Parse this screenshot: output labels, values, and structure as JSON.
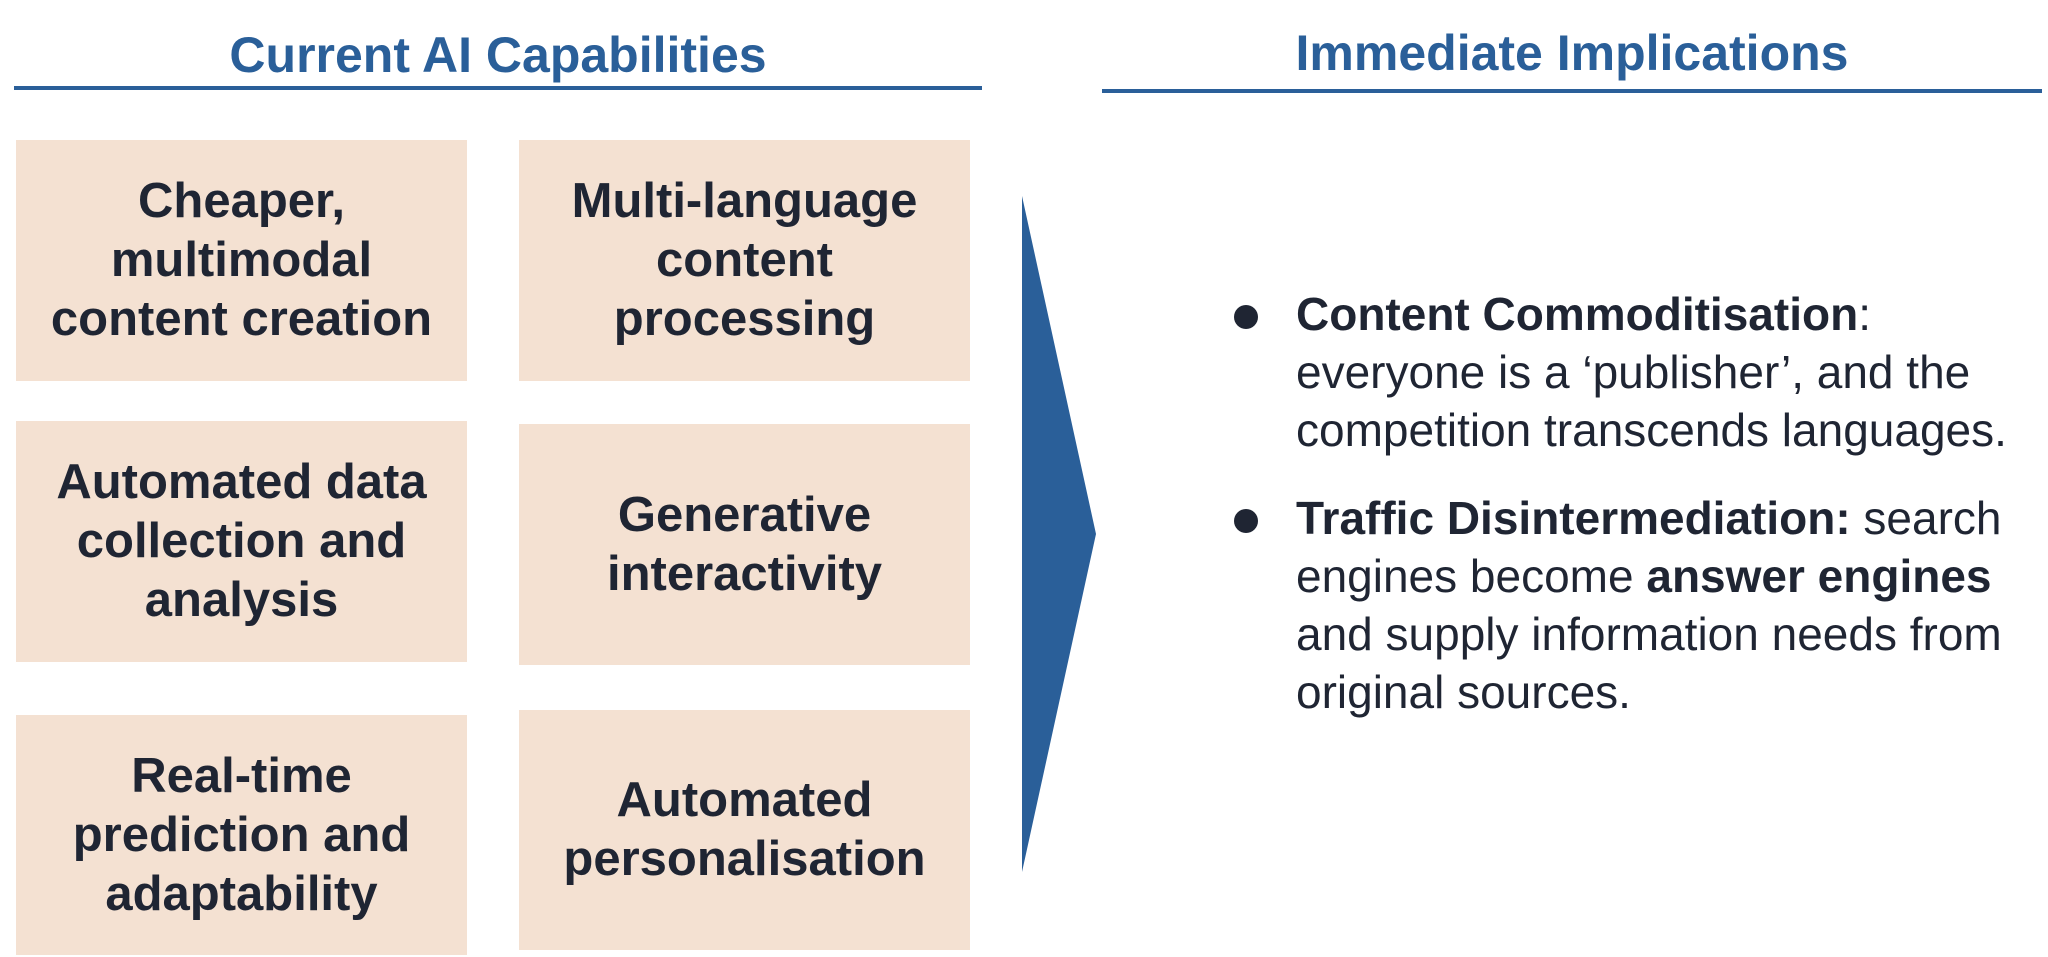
{
  "left_heading": "Current AI Capabilities",
  "right_heading": "Immediate Implications",
  "capabilities": [
    "Cheaper,\nmultimodal\ncontent creation",
    "Multi-language\ncontent\nprocessing",
    "Automated data\ncollection and\nanalysis",
    "Generative\ninteractivity",
    "Real-time\nprediction and\nadaptability",
    "Automated\npersonalisation"
  ],
  "colors": {
    "accent": "#2a5f99",
    "card_fill": "#f4e1d2",
    "text": "#1f2533"
  },
  "implications": [
    {
      "title": "Content Commoditisation",
      "title_suffix": ":",
      "text": " everyone is a ‘publisher’, and the competition transcends languages."
    },
    {
      "title": "Traffic Disintermediation:",
      "text_before": " search engines become ",
      "emphasis": "answer engines",
      "text_after": " and supply information needs from original sources."
    }
  ]
}
